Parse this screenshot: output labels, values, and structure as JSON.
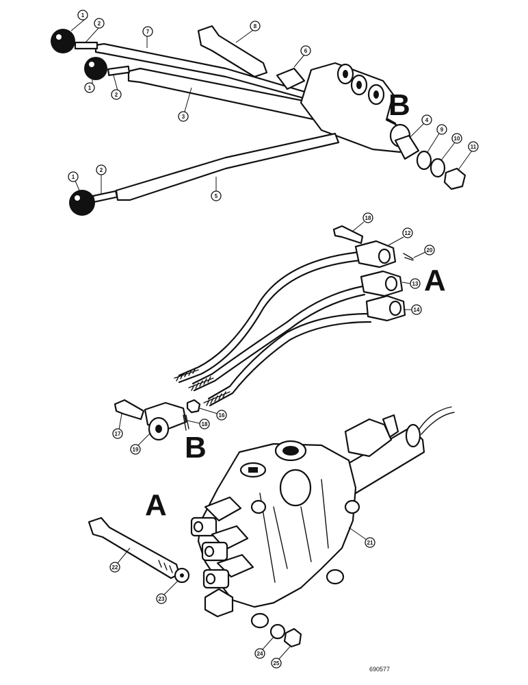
{
  "callouts": {
    "c1a": "1",
    "c2a": "2",
    "c7": "7",
    "c8": "8",
    "c6": "6",
    "c1b": "1",
    "c2b": "2",
    "c3": "3",
    "c4": "4",
    "c9": "9",
    "c10": "10",
    "c11": "11",
    "c1c": "1",
    "c2c": "2",
    "c5": "5",
    "c18a": "18",
    "c12": "12",
    "c20": "20",
    "c13": "13",
    "c14": "14",
    "c17": "17",
    "c19": "19",
    "c18b": "18",
    "c16": "16",
    "c21": "21",
    "c22": "22",
    "c23": "23",
    "c24": "24",
    "c25": "25"
  },
  "letters": {
    "b_top": "B",
    "a_mid": "A",
    "b_clevis": "B",
    "a_valve": "A"
  },
  "drawing_number": "690577"
}
